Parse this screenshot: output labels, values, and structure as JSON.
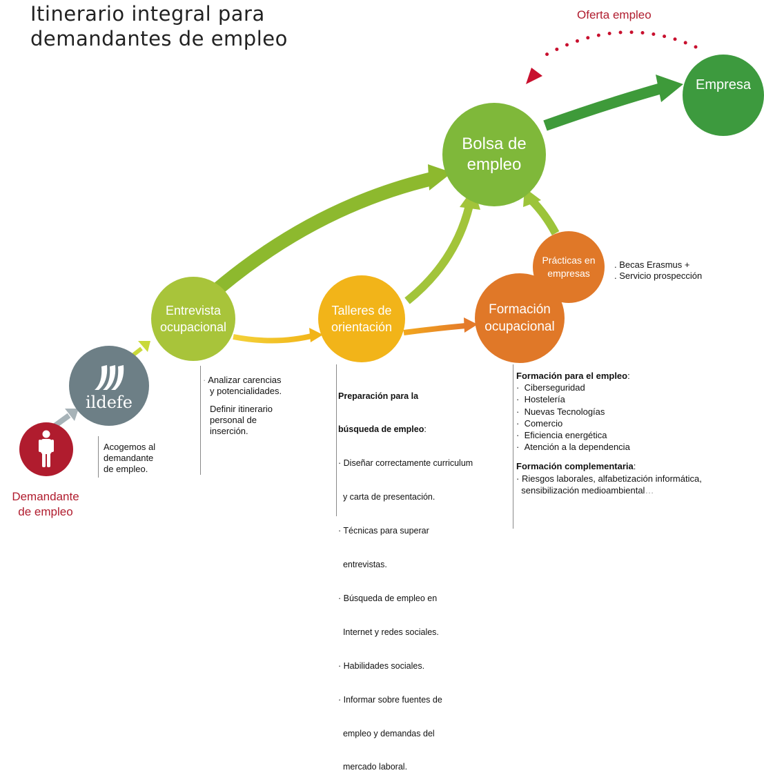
{
  "title": {
    "line1": "Itinerario integral para",
    "line2": "demandantes de empleo"
  },
  "colors": {
    "red": "#b01c2e",
    "gray": "#6d7f86",
    "lime": "#a8c43a",
    "yellow": "#f2b419",
    "orange": "#e07828",
    "green_light": "#7fb83a",
    "green_dark": "#3d9a3e"
  },
  "nodes": {
    "demandante": {
      "icon": "person-icon",
      "label_line1": "Demandante",
      "label_line2": "de empleo"
    },
    "ildefe": {
      "icon": "ildefe-logo",
      "logo_text": "ildefe"
    },
    "entrevista": {
      "line1": "Entrevista",
      "line2": "ocupacional"
    },
    "talleres": {
      "line1": "Talleres de",
      "line2": "orientación"
    },
    "formacion": {
      "line1": "Formación",
      "line2": "ocupacional"
    },
    "practicas": {
      "line1": "Prácticas en",
      "line2": "empresas"
    },
    "bolsa": {
      "line1": "Bolsa de",
      "line2": "empleo"
    },
    "empresa": {
      "line1": "Empresa"
    }
  },
  "oferta_label": "Oferta empleo",
  "ildefe_desc": [
    "Acogemos al",
    "demandante",
    "de empleo."
  ],
  "entrevista_desc": {
    "item1": [
      "Analizar carencias",
      "y potencialidades."
    ],
    "item2": [
      "Definir itinerario",
      "personal de",
      "inserción."
    ]
  },
  "talleres_desc": {
    "heading1": "Preparación para la",
    "heading2": "búsqueda de empleo",
    "items": [
      "· Diseñar correctamente curriculum",
      "  y carta de presentación.",
      "· Técnicas para superar",
      "  entrevistas.",
      "· Búsqueda de empleo en",
      "  Internet y redes sociales.",
      "· Habilidades sociales.",
      "· Informar sobre fuentes de",
      "  empleo y demandas del",
      "  mercado laboral."
    ]
  },
  "formacion_desc": {
    "heading": "Formación para el empleo",
    "items": [
      "Ciberseguridad",
      "Hostelería",
      "Nuevas Tecnologías",
      "Comercio",
      "Eficiencia energética",
      "Atención a la dependencia"
    ],
    "heading2": "Formación complementaria",
    "comp1": "Riesgos laborales, alfabetización informática,",
    "comp2": "sensibilización medioambiental"
  },
  "practicas_notes": [
    ". Becas Erasmus +",
    ". Servicio prospección"
  ]
}
